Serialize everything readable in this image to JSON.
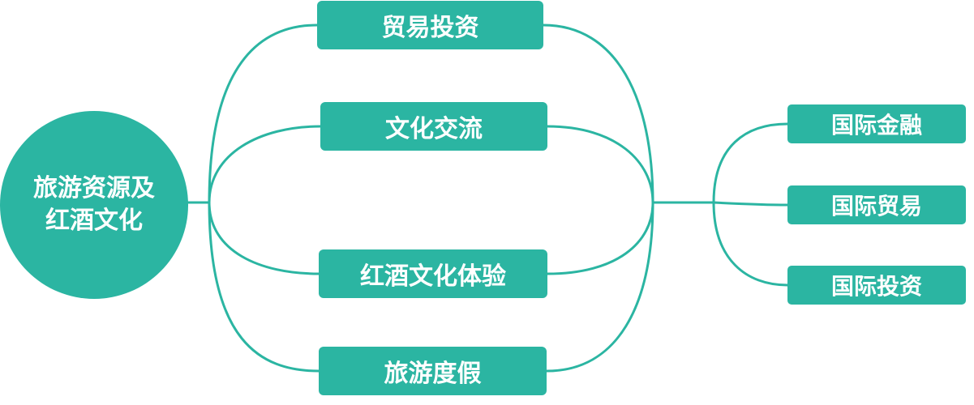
{
  "colors": {
    "node_fill": "#2bb5a2",
    "connector": "#2bb5a2",
    "text": "#ffffff",
    "background": "#ffffff"
  },
  "diagram": {
    "center": {
      "line1": "旅游资源及",
      "line2": "红酒文化"
    },
    "middle": [
      {
        "label": "贸易投资"
      },
      {
        "label": "文化交流"
      },
      {
        "label": "红酒文化体验"
      },
      {
        "label": "旅游度假"
      }
    ],
    "right": [
      {
        "label": "国际金融"
      },
      {
        "label": "国际贸易"
      },
      {
        "label": "国际投资"
      }
    ]
  }
}
